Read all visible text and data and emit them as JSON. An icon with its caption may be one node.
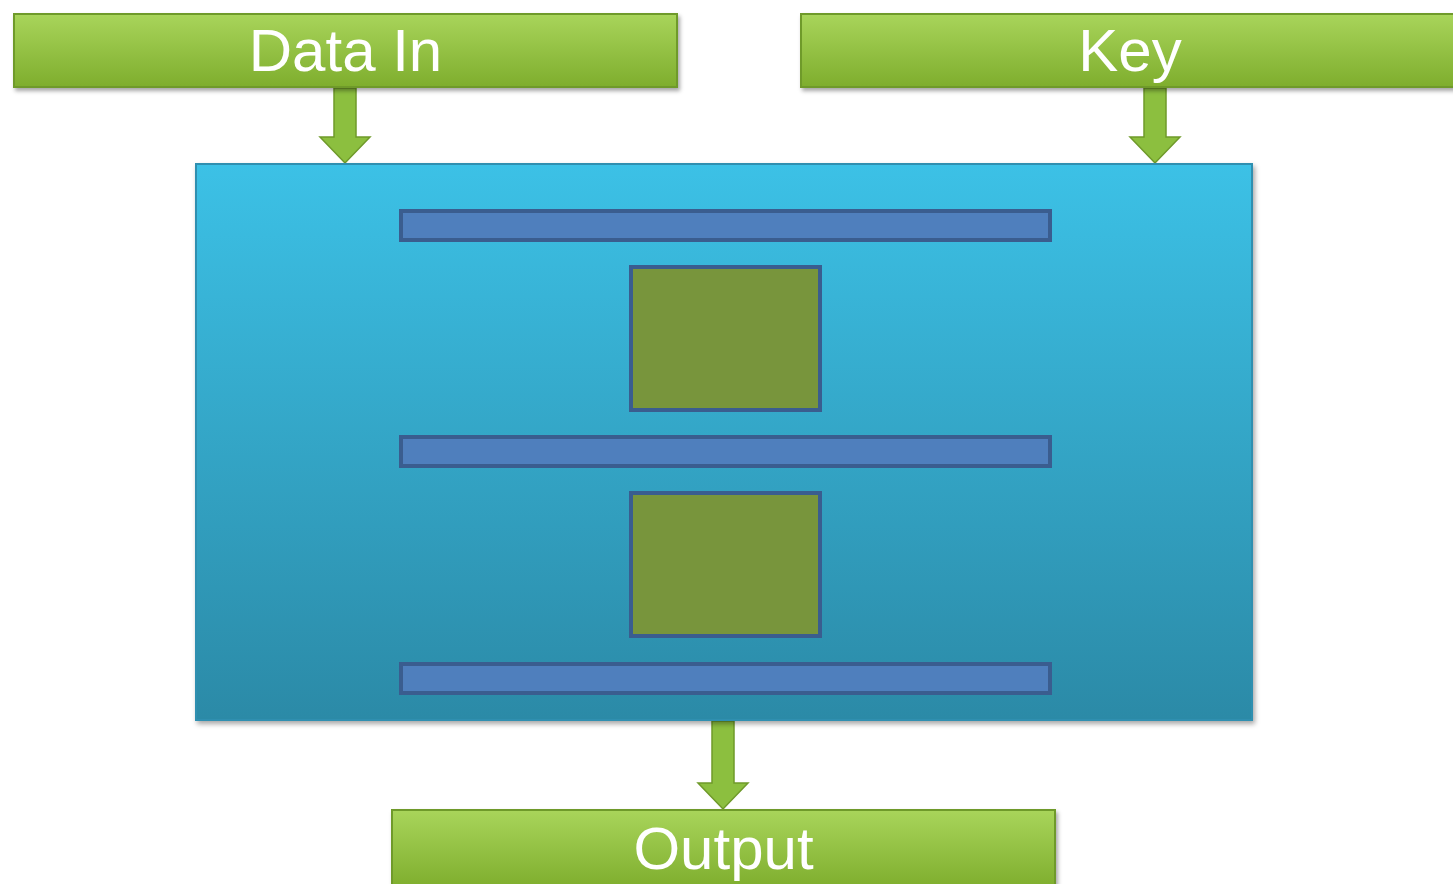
{
  "diagram": {
    "nodes": [
      {
        "text": [
          "Data In"
        ]
      },
      {
        "text": [
          "Key"
        ]
      },
      {
        "text": [],
        "shape": "box"
      },
      {
        "text": [],
        "shape": "bar",
        "in": 2
      },
      {
        "text": [],
        "shape": "box",
        "in": 2
      },
      {
        "text": [],
        "shape": "bar",
        "in": 2
      },
      {
        "text": [],
        "shape": "box",
        "in": 2
      },
      {
        "text": [],
        "shape": "bar",
        "in": 2
      },
      {
        "text": [
          "Output"
        ]
      }
    ],
    "edges": [
      {
        "from": 0,
        "to": 2,
        "arrow": "to",
        "style": "thick"
      },
      {
        "from": 1,
        "to": 2,
        "arrow": "to",
        "style": "thick"
      },
      {
        "from": 2,
        "to": 8,
        "arrow": "to",
        "style": "thick"
      }
    ]
  }
}
